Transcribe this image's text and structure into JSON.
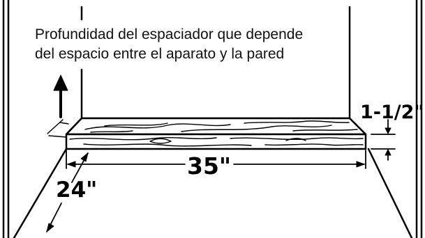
{
  "caption": {
    "line1": "Profundidad del espaciador que depende",
    "line2": "del espacio entre el aparato y la pared"
  },
  "dimensions": {
    "thickness": "1-1/2\"",
    "length": "35\"",
    "depth": "24\""
  }
}
